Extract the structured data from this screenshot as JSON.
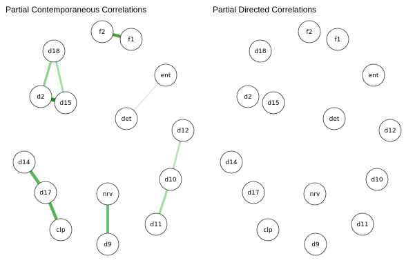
{
  "panels": {
    "left": {
      "title": "Partial Contemporaneous Correlations",
      "edges": [
        {
          "from": "f2",
          "to": "f1",
          "weight": 0.65,
          "color": "#3fa63f"
        },
        {
          "from": "d18",
          "to": "d2",
          "weight": 0.45,
          "color": "#8fd18f"
        },
        {
          "from": "d18",
          "to": "d15",
          "weight": 0.4,
          "color": "#a6dca6"
        },
        {
          "from": "d2",
          "to": "d15",
          "weight": 0.9,
          "color": "#1a8f1a"
        },
        {
          "from": "ent",
          "to": "det",
          "weight": 0.15,
          "color": "#d9efd9"
        },
        {
          "from": "d12",
          "to": "d10",
          "weight": 0.35,
          "color": "#b9e3b9"
        },
        {
          "from": "d10",
          "to": "d11",
          "weight": 0.45,
          "color": "#a6dca6"
        },
        {
          "from": "d14",
          "to": "d17",
          "weight": 0.7,
          "color": "#55b555"
        },
        {
          "from": "d17",
          "to": "clp",
          "weight": 0.7,
          "color": "#55b555"
        },
        {
          "from": "nrv",
          "to": "d9",
          "weight": 0.6,
          "color": "#6ac26a"
        }
      ]
    },
    "right": {
      "title": "Partial Directed Correlations",
      "edges": []
    }
  },
  "nodes": [
    "f2",
    "f1",
    "d18",
    "ent",
    "d2",
    "d15",
    "det",
    "d12",
    "d14",
    "d10",
    "d17",
    "nrv",
    "d11",
    "clp",
    "d9"
  ]
}
